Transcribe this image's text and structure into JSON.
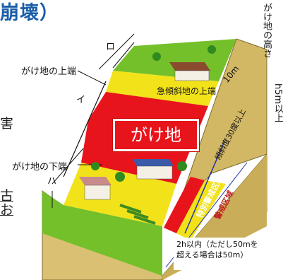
{
  "title": "崩壊）",
  "side_fragments": {
    "top": "害",
    "mid": "古",
    "bottom": "お"
  },
  "vertical_text": {
    "col1": "がけ地の高さ",
    "col2": "h5m以上"
  },
  "labels": {
    "cliff_top": "がけ地の上端",
    "cliff_bottom": "がけ地の下端",
    "ro": "ロ",
    "i": "イ",
    "ha": "ハ",
    "steep_top": "急傾斜地の上端",
    "ten_m": "10m",
    "slope": "傾斜度30度以上",
    "special_zone": "特別警戒区域",
    "warning_zone": "警戒区域"
  },
  "center_box": "がけ地",
  "note": {
    "line1": "2h以内（ただし50mを",
    "line2": "超える場合は50m）"
  },
  "colors": {
    "red": "#e8141b",
    "yellow": "#f2e21a",
    "green": "#74c02a",
    "soil": "#d9c073",
    "title": "#1a5ea8"
  }
}
